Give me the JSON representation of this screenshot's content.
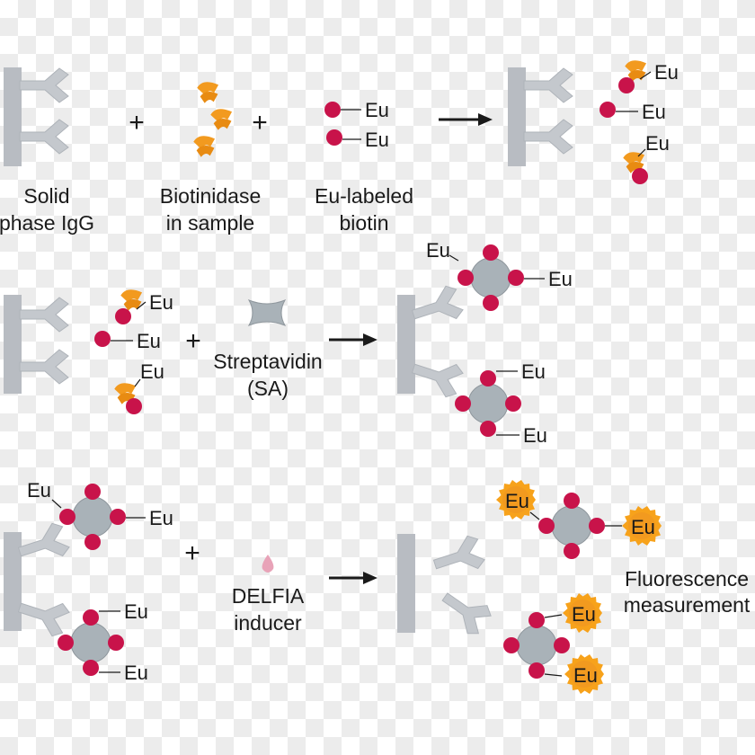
{
  "eu": "Eu",
  "plus": "+",
  "row1": {
    "solid_line1": "Solid",
    "solid_line2": "phase IgG",
    "enzyme_line1": "Biotinidase",
    "enzyme_line2": "in sample",
    "biotin_line1": "Eu-labeled",
    "biotin_line2": "biotin"
  },
  "row2": {
    "sa_line1": "Streptavidin",
    "sa_line2": "(SA)"
  },
  "row3": {
    "inducer_line1": "DELFIA",
    "inducer_line2": "inducer",
    "result_line1": "Fluorescence",
    "result_line2": "measurement"
  },
  "colors": {
    "support": "#b8bcc2",
    "antibody": "#c4c8cd",
    "enzyme": "#f29a1f",
    "europium": "#c8134a",
    "streptavidin": "#a9b2b8",
    "fluorescence": "#f7a21b",
    "arrow": "#1a1a1a",
    "inducer_drop": "#e8a3b8"
  }
}
